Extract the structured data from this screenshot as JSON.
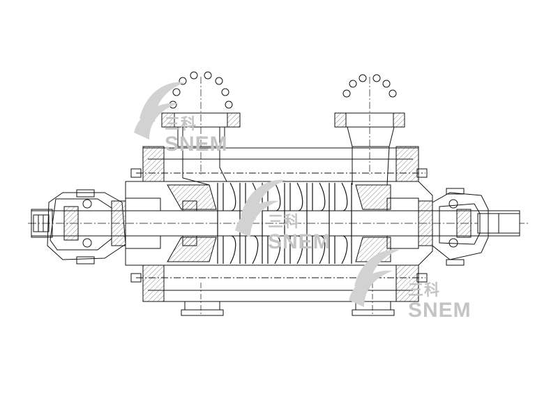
{
  "watermark": {
    "chinese": "三科",
    "english": "SNEM",
    "color": "#c4c4c4"
  },
  "drawing": {
    "subject": "multistage-centrifugal-pump-cross-section",
    "line_color": "#111111",
    "hatch_color": "#555555",
    "stage_count": 6
  }
}
